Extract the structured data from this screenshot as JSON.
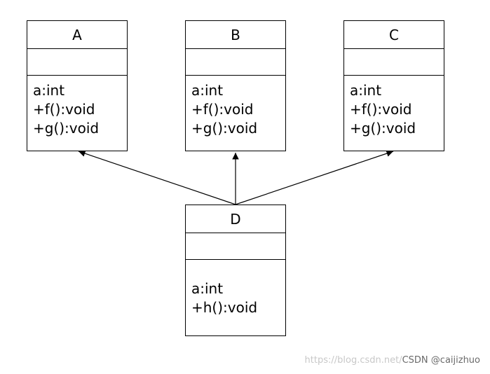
{
  "classes": [
    {
      "name": "A",
      "operations": [
        "a:int",
        "+f():void",
        "+g():void"
      ]
    },
    {
      "name": "B",
      "operations": [
        "a:int",
        "+f():void",
        "+g():void"
      ]
    },
    {
      "name": "C",
      "operations": [
        "a:int",
        "+f():void",
        "+g():void"
      ]
    },
    {
      "name": "D",
      "operations": [
        "a:int",
        "+h():void"
      ]
    }
  ],
  "watermark": {
    "url": "https://blog.csdn.net/",
    "author": "CSDN @caijizhuo"
  }
}
